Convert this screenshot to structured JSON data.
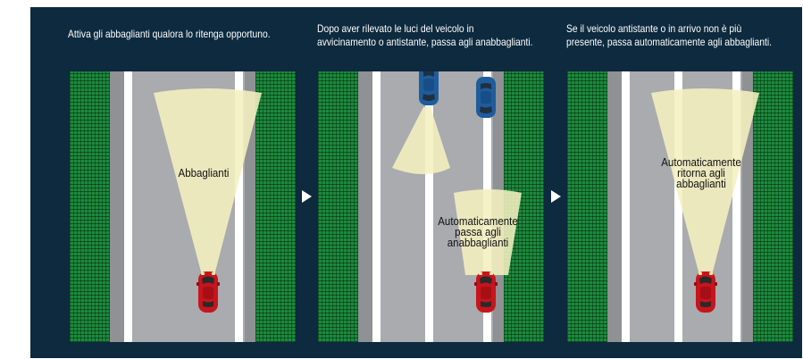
{
  "captions": {
    "step1": "Attiva gli abbaglianti qualora lo ritenga opportuno.",
    "step2_line1": "Dopo aver rilevato le luci del veicolo in",
    "step2_line2": "avvicinamento o antistante, passa agli anabbaglianti.",
    "step3_line1": "Se il veicolo antistante o in arrivo non è più",
    "step3_line2": "presente, passa automaticamente agli abbaglianti."
  },
  "labels": {
    "high_beam": "Abbaglianti",
    "switch_low_1": "Automaticamente",
    "switch_low_2": "passa agli",
    "switch_low_3": "anabbaglianti",
    "return_high_1": "Automaticamente",
    "return_high_2": "ritorna agli",
    "return_high_3": "abbaglianti"
  },
  "colors": {
    "background": "#0d2a3e",
    "grass": "#1d8a3e",
    "road": "#8f9194",
    "beam": "#f5f0c0",
    "red_car": "#c8141c",
    "blue_car": "#1f5c9c"
  },
  "icons": {
    "step_arrow": "play-triangle-icon",
    "ego_vehicle": "red-car-icon",
    "other_vehicle": "blue-car-icon"
  }
}
